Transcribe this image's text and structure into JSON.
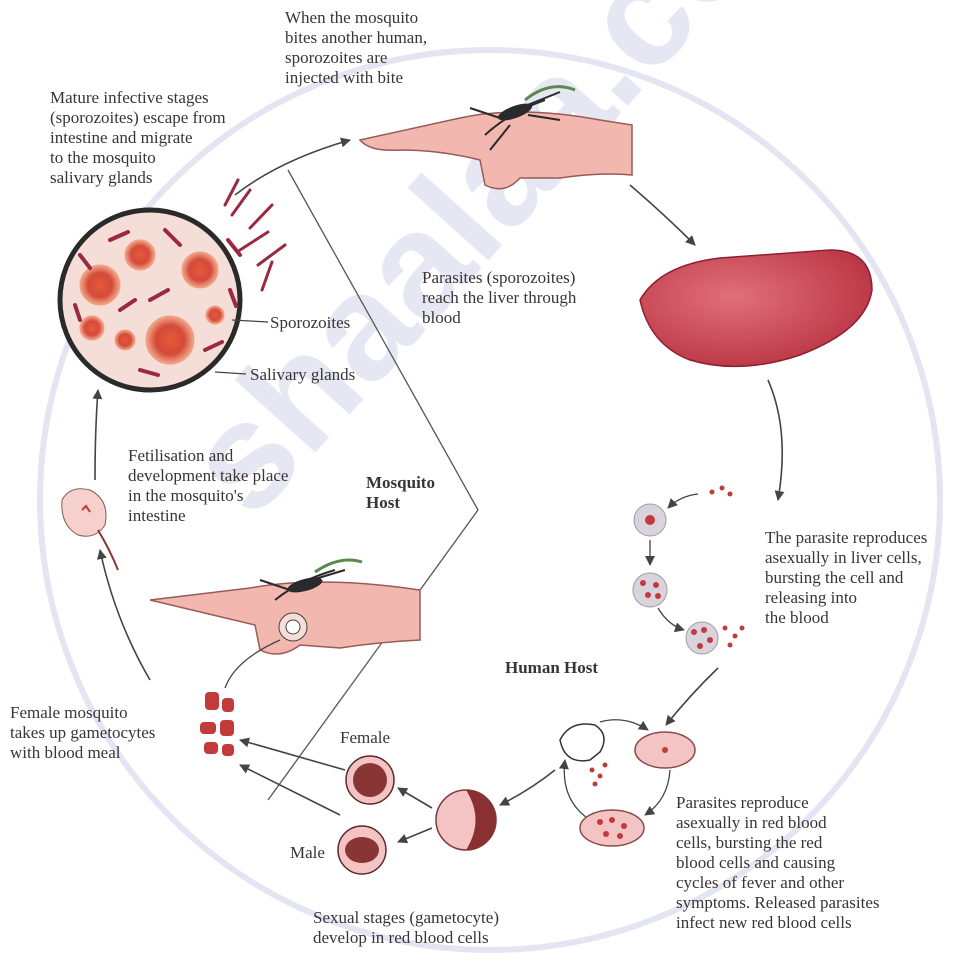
{
  "watermark": "shaalaa.com",
  "labels": {
    "bite_another_human": "When the mosquito\nbites another human,\nsporozoites are\ninjected with bite",
    "mature_stages": "Mature infective stages\n(sporozoites) escape from\nintestine and migrate\nto the mosquito\nsalivary glands",
    "liver": "Parasites (sporozoites)\nreach the liver through\nblood",
    "sporozoites": "Sporozoites",
    "salivary_glands": "Salivary glands",
    "fertilisation": "Fetilisation and\ndevelopment take place\nin the mosquito's\nintestine",
    "mosquito_host": "Mosquito\nHost",
    "liver_reproduction": "The parasite reproduces\nasexually in liver cells,\nbursting the cell and\nreleasing into\nthe blood",
    "human_host": "Human Host",
    "female_mosquito": "Female mosquito\ntakes up gametocytes\nwith blood meal",
    "female": "Female",
    "male": "Male",
    "rbc_reproduction": "Parasites reproduce\nasexually in red blood\ncells, bursting the red\nblood cells and causing\ncycles of fever and other\nsymptoms. Released parasites\ninfect new red blood cells",
    "sexual_stages": "Sexual stages (gametocyte)\ndevelop in red blood cells"
  },
  "colors": {
    "circle_ring": "#c9cbe6",
    "arrow": "#444444",
    "cell_fill": "#f4c4c4",
    "parasite": "#c23a3a",
    "liver": "#c8404a",
    "hand": "#f2b8b0"
  }
}
